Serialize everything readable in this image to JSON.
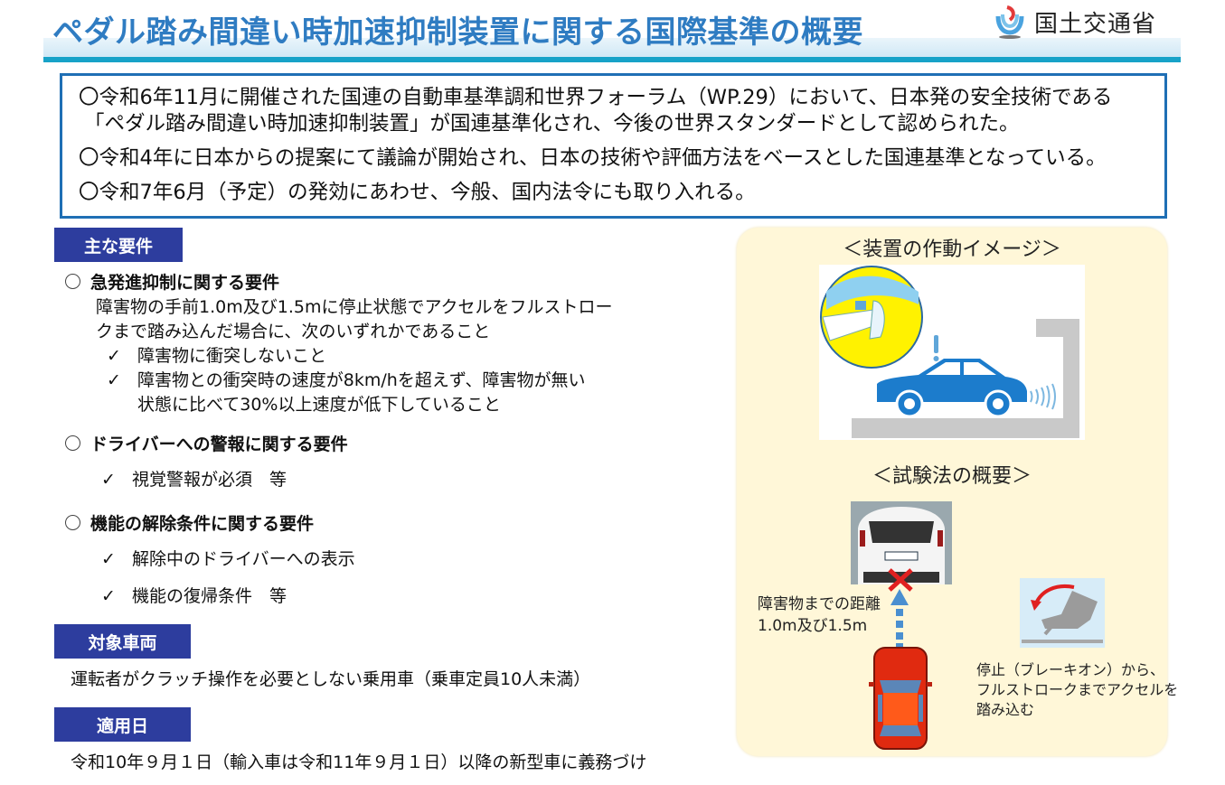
{
  "header": {
    "title": "ペダル踏み間違い時加速抑制装置に関する国際基準の概要",
    "logo_text": "国土交通省",
    "logo_icon": "mlit-logo-icon",
    "title_color": "#2f7cc2",
    "accent_line_color": "#17a2c8"
  },
  "summary": {
    "lines": [
      "〇令和6年11月に開催された国連の自動車基準調和世界フォーラム（WP.29）において、日本発の安全技術である",
      "「ペダル踏み間違い時加速抑制装置」が国連基準化され、今後の世界スタンダードとして認められた。",
      "〇令和4年に日本からの提案にて議論が開始され、日本の技術や評価方法をベースとした国連基準となっている。",
      "〇令和7年6月（予定）の発効にあわせ、今般、国内法令にも取り入れる。"
    ],
    "border_color": "#1f6fb5"
  },
  "main_requirements": {
    "label": "主な要件",
    "label_color": "#2d3d9e",
    "sections": [
      {
        "heading": "急発進抑制に関する要件",
        "body": [
          "障害物の手前1.0m及び1.5mに停止状態でアクセルをフルストロー",
          "クまで踏み込んだ場合に、次のいずれかであること"
        ],
        "checks": [
          [
            "障害物に衝突しないこと"
          ],
          [
            "障害物との衝突時の速度が8km/hを超えず、障害物が無い",
            "状態に比べて30%以上速度が低下していること"
          ]
        ]
      },
      {
        "heading": "ドライバーへの警報に関する要件",
        "checks": [
          [
            "視覚警報が必須　等"
          ]
        ]
      },
      {
        "heading": "機能の解除条件に関する要件",
        "checks": [
          [
            "解除中のドライバーへの表示"
          ],
          [
            "機能の復帰条件　等"
          ]
        ]
      }
    ],
    "check_symbol": "✓"
  },
  "target_vehicles": {
    "label": "対象車両",
    "text": "運転者がクラッチ操作を必要としない乗用車（乗車定員10人未満）"
  },
  "application_date": {
    "label": "適用日",
    "text": "令和10年９月１日（輸入車は令和11年９月１日）以降の新型車に義務づけ"
  },
  "right_panel": {
    "operation_title": "＜装置の作動イメージ＞",
    "test_title": "＜試験法の概要＞",
    "distance_label_1": "障害物までの距離",
    "distance_label_2": "1.0m及び1.5m",
    "pedal_label_1": "停止（ブレーキオン）から、",
    "pedal_label_2": "フルストロークまでアクセルを",
    "pedal_label_3": "踏み込む",
    "background_color": "#fff7d8"
  }
}
